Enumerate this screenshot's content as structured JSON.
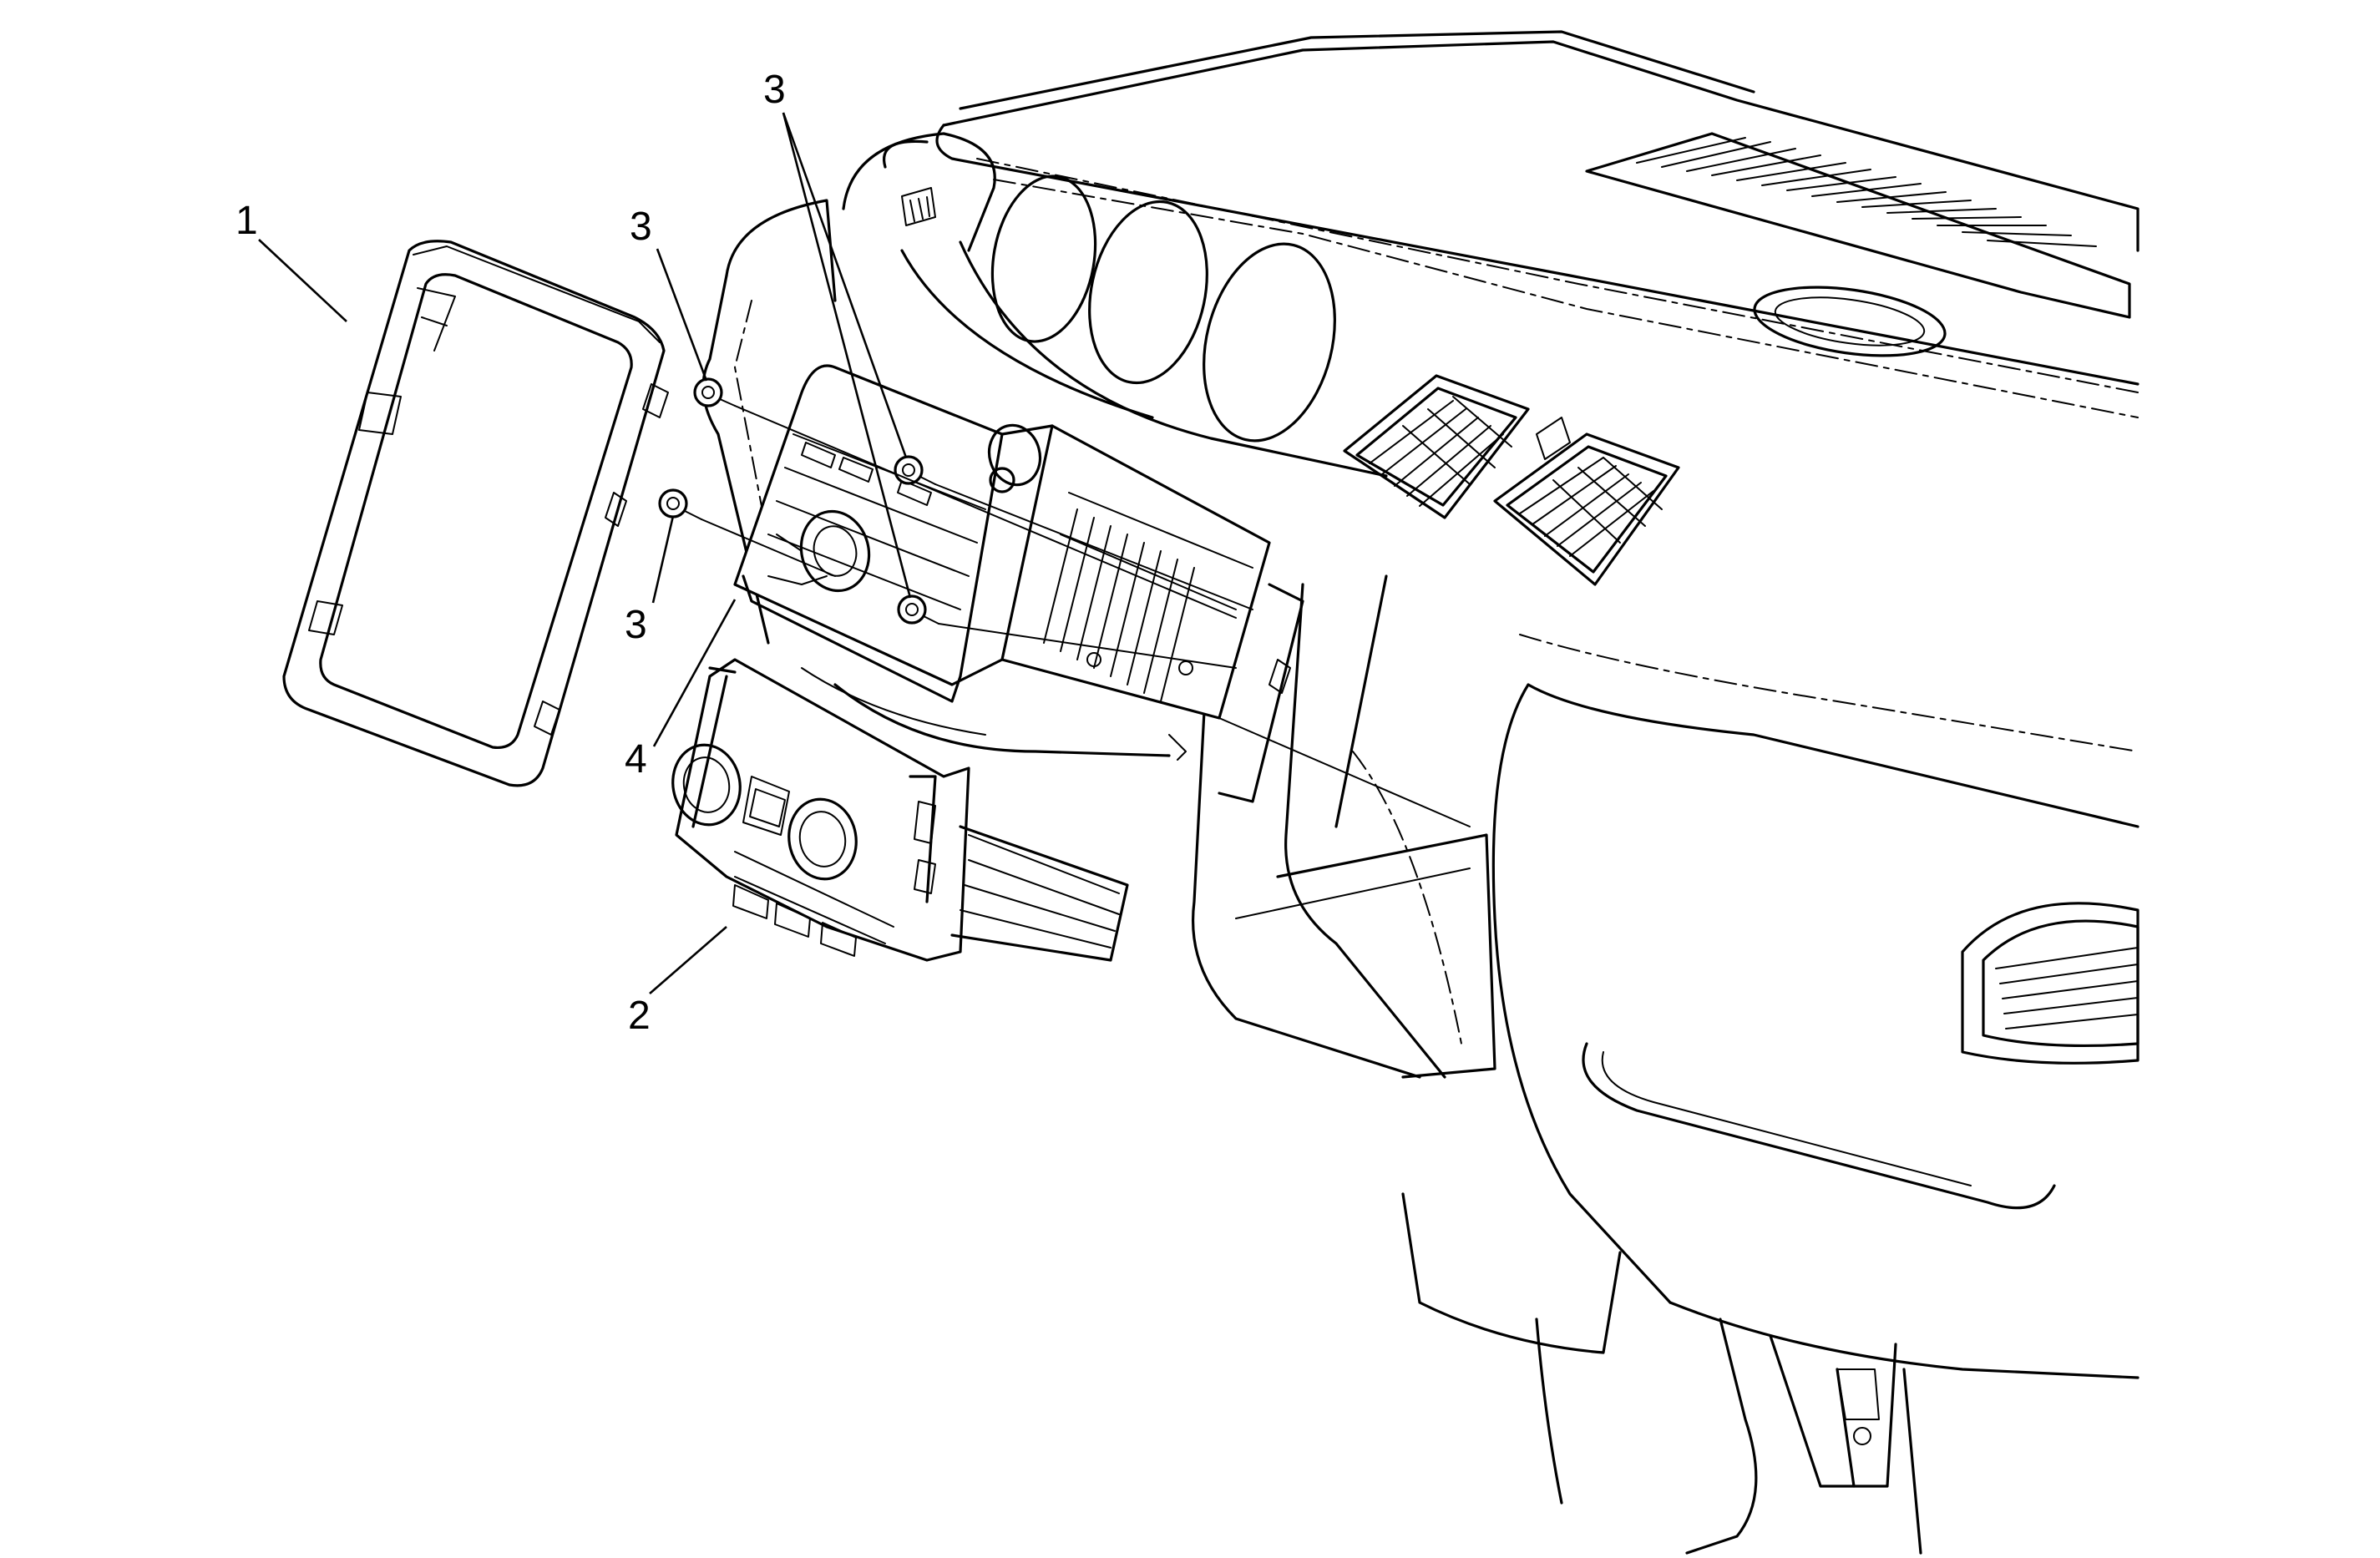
{
  "callouts": [
    {
      "label": "1"
    },
    {
      "label": "2"
    },
    {
      "label": "3"
    },
    {
      "label": "3"
    },
    {
      "label": "3"
    },
    {
      "label": "4"
    }
  ]
}
